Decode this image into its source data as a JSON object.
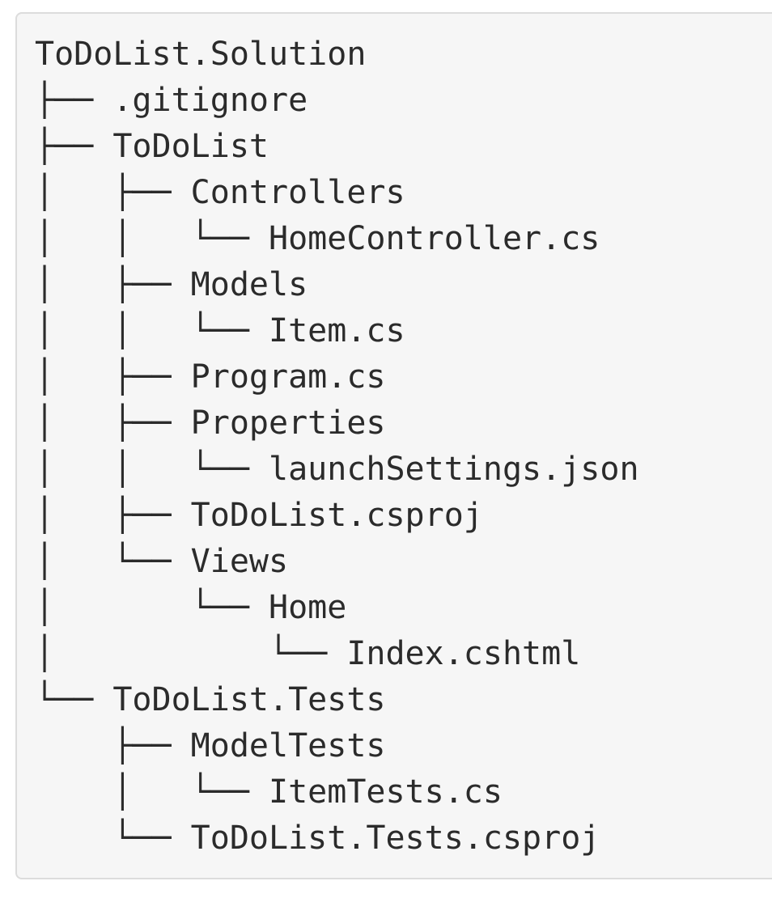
{
  "tree": {
    "lines": [
      "ToDoList.Solution",
      "├── .gitignore",
      "├── ToDoList",
      "│   ├── Controllers",
      "│   │   └── HomeController.cs",
      "│   ├── Models",
      "│   │   └── Item.cs",
      "│   ├── Program.cs",
      "│   ├── Properties",
      "│   │   └── launchSettings.json",
      "│   ├── ToDoList.csproj",
      "│   └── Views",
      "│       └── Home",
      "│           └── Index.cshtml",
      "└── ToDoList.Tests",
      "    ├── ModelTests",
      "    │   └── ItemTests.cs",
      "    └── ToDoList.Tests.csproj"
    ]
  }
}
